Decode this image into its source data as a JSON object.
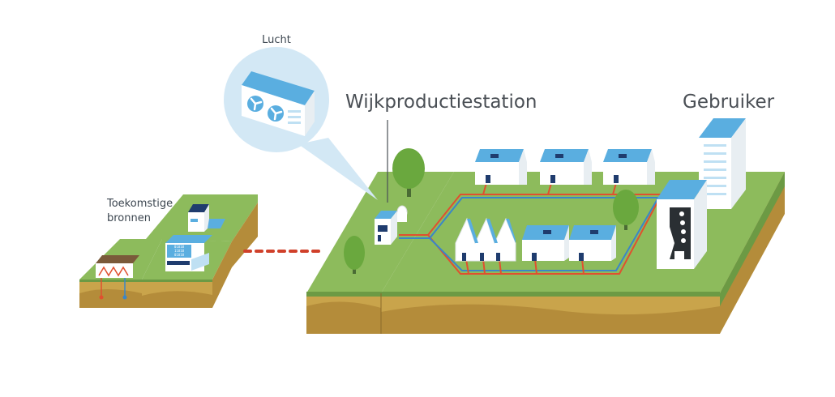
{
  "labels": {
    "air": "Lucht",
    "station": "Wijkproductiestation",
    "user": "Gebruiker",
    "future_line1": "Toekomstige",
    "future_line2": "bronnen"
  },
  "building_text": {
    "datacenter_line1": "01010",
    "datacenter_line2": "11010",
    "datacenter_line3": "01010"
  },
  "colors": {
    "grass": "#8dbb5c",
    "grass_dark": "#6c9a44",
    "soil": "#c9a44b",
    "soil_dark": "#b48c3a",
    "roof": "#5aaee0",
    "wall": "#ffffff",
    "pipe_hot": "#e0502f",
    "pipe_cold": "#3a86c8",
    "tree": "#6aa83e",
    "bubble": "#d3e8f5",
    "dotted_link": "#d0402a"
  },
  "icons": [
    "fan-icon",
    "tree-icon",
    "house-icon",
    "factory-icon",
    "apartment-icon",
    "datacenter-icon",
    "heat-pump-icon"
  ]
}
